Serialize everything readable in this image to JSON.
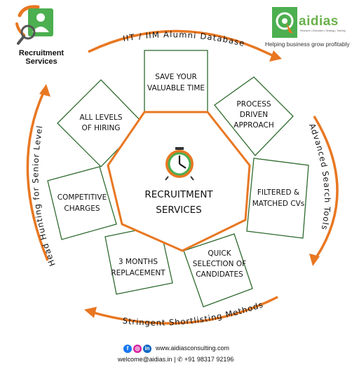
{
  "brand_left": {
    "title_line1": "Recruitment",
    "title_line2": "Services"
  },
  "brand_right": {
    "name": "aidias",
    "sublabel": "Research | Education | Strategy | Training",
    "tagline": "Helping business grow profitably"
  },
  "arcs": {
    "top": "IIT / IIM Alumni Database",
    "right": "Advanced Search Tools",
    "bottom": "Stringent Shortlisting Methods",
    "left": "Head Hunting for Senior Level"
  },
  "center": {
    "line1": "RECRUITMENT",
    "line2": "SERVICES",
    "icon": "clock-icon"
  },
  "cards": [
    {
      "lines": [
        "SAVE YOUR",
        "VALUABLE TIME"
      ]
    },
    {
      "lines": [
        "PROCESS",
        "DRIVEN",
        "APPROACH"
      ]
    },
    {
      "lines": [
        "FILTERED &",
        "MATCHED CVs"
      ]
    },
    {
      "lines": [
        "QUICK",
        "SELECTION OF",
        "CANDIDATES"
      ]
    },
    {
      "lines": [
        "3 MONTHS",
        "REPLACEMENT"
      ]
    },
    {
      "lines": [
        "COMPETITIVE",
        "CHARGES"
      ]
    },
    {
      "lines": [
        "ALL LEVELS",
        "OF HIRING"
      ]
    }
  ],
  "footer": {
    "website": "www.aidiasconsulting.com",
    "contact": "welcome@aidias.in | ✆ +91 98317 92196",
    "icons": [
      "facebook-icon",
      "instagram-icon",
      "linkedin-icon"
    ]
  },
  "colors": {
    "orange": "#e87722",
    "green": "#4caf50",
    "card_border": "#2e6b2e",
    "brand_green": "#6ab04c"
  }
}
